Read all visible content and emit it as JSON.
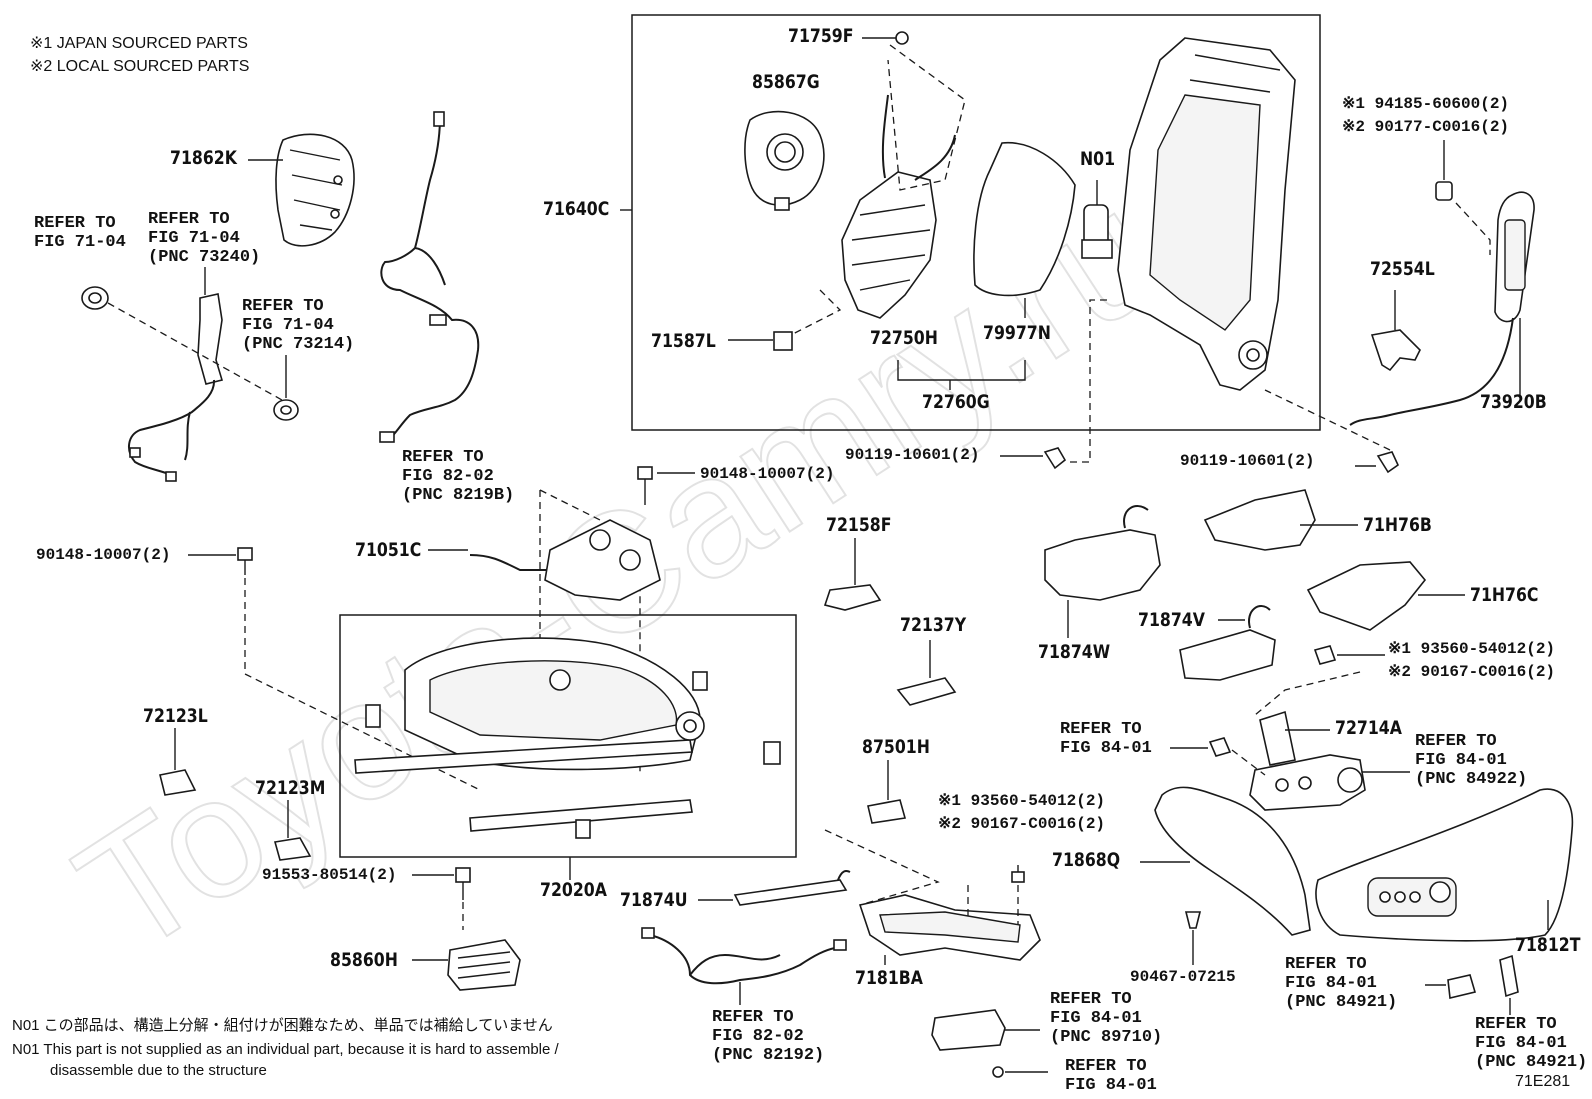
{
  "notes": {
    "japan": "※1 JAPAN SOURCED PARTS",
    "local": "※2 LOCAL SOURCED PARTS",
    "n01_jp": "N01 この部品は、構造上分解・組付けが困難なため、単品では補給していません",
    "n01_en_1": "N01 This part is not supplied as an individual part, because it is hard to assemble /",
    "n01_en_2": "disassemble due to the structure"
  },
  "figure_code": "71E281",
  "watermark": "Toyota-Camry.ru",
  "parts": {
    "p71759F": "71759F",
    "p85867G": "85867G",
    "p71862K": "71862K",
    "p71640C": "71640C",
    "pN01": "N01",
    "p71587L": "71587L",
    "p72750H": "72750H",
    "p79977N": "79977N",
    "p72760G": "72760G",
    "p72554L": "72554L",
    "p73920B": "73920B",
    "p71051C": "71051C",
    "p72158F": "72158F",
    "p72137Y": "72137Y",
    "p72123L": "72123L",
    "p72123M": "72123M",
    "p72020A": "72020A",
    "p87501H": "87501H",
    "p71874W": "71874W",
    "p71874V": "71874V",
    "p71H76B": "71H76B",
    "p71H76C": "71H76C",
    "p72714A": "72714A",
    "p71868Q": "71868Q",
    "p71812T": "71812T",
    "p71874U": "71874U",
    "p7181BA": "7181BA",
    "p85860H": "85860H"
  },
  "fasteners": {
    "f94185": "※1 94185-60600(2)",
    "f90177": "※2 90177-C0016(2)",
    "f90119_left": "90119-10601(2)",
    "f90119_right": "90119-10601(2)",
    "f90148_top": "90148-10007(2)",
    "f90148_left": "90148-10007(2)",
    "f93560_a": "※1 93560-54012(2)",
    "f90167_a": "※2 90167-C0016(2)",
    "f93560_b": "※1 93560-54012(2)",
    "f90167_b": "※2 90167-C0016(2)",
    "f91553": "91553-80514(2)",
    "f90467": "90467-07215"
  },
  "refs": {
    "r1": "REFER TO\nFIG 71-04",
    "r2": "REFER TO\nFIG 71-04\n(PNC 73240)",
    "r3": "REFER TO\nFIG 71-04\n(PNC 73214)",
    "r4": "REFER TO\nFIG 82-02\n(PNC 8219B)",
    "r5": "REFER TO\nFIG 84-01",
    "r6": "REFER TO\nFIG 84-01\n(PNC 84922)",
    "r7": "REFER TO\nFIG 84-01\n(PNC 84921)",
    "r8": "REFER TO\nFIG 84-01\n(PNC 84921)",
    "r9": "REFER TO\nFIG 84-01\n(PNC 89710)",
    "r10": "REFER TO\nFIG 84-01",
    "r11": "REFER TO\nFIG 82-02\n(PNC 82192)"
  }
}
